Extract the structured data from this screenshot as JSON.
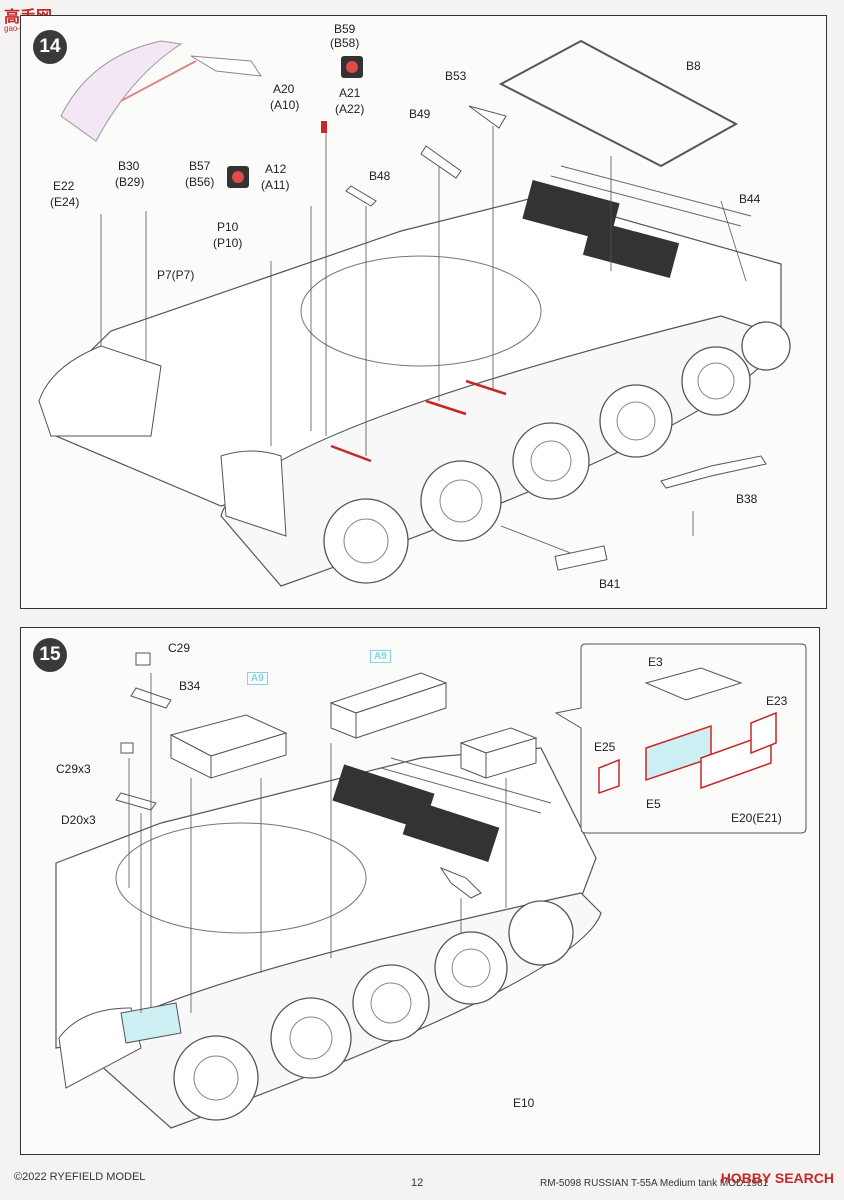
{
  "watermark": {
    "top_logo": "高手网",
    "top_sub": "gao-shou.com",
    "hobby_logo": "HOBBY SEARCH"
  },
  "step14": {
    "number": "14",
    "labels": {
      "B59": "B59",
      "B58": "(B58)",
      "A20": "A20",
      "A10": "(A10)",
      "A21": "A21",
      "A22": "(A22)",
      "B49": "B49",
      "B53": "B53",
      "B8": "B8",
      "B30": "B30",
      "B29": "(B29)",
      "B57": "B57",
      "B56": "(B56)",
      "A12": "A12",
      "A11": "(A11)",
      "B48": "B48",
      "E22": "E22",
      "E24": "(E24)",
      "P10": "P10",
      "P10b": "(P10)",
      "P7": "P7(P7)",
      "B44": "B44",
      "B38": "B38",
      "B41": "B41"
    }
  },
  "step15": {
    "number": "15",
    "labels": {
      "C29": "C29",
      "B34": "B34",
      "C29x3": "C29x3",
      "D20x3": "D20x3",
      "A9a": "A9",
      "A9b": "A9",
      "E3": "E3",
      "E23": "E23",
      "E25": "E25",
      "E5": "E5",
      "E20": "E20(E21)",
      "E10": "E10"
    }
  },
  "footer": {
    "copyright": "©2022 RYEFIELD MODEL",
    "page": "12",
    "product": "RM-5098 RUSSIAN T-55A Medium tank MOD.1981"
  },
  "colors": {
    "accent_red": "#c62828",
    "accent_cyan": "#7dd6e4"
  }
}
